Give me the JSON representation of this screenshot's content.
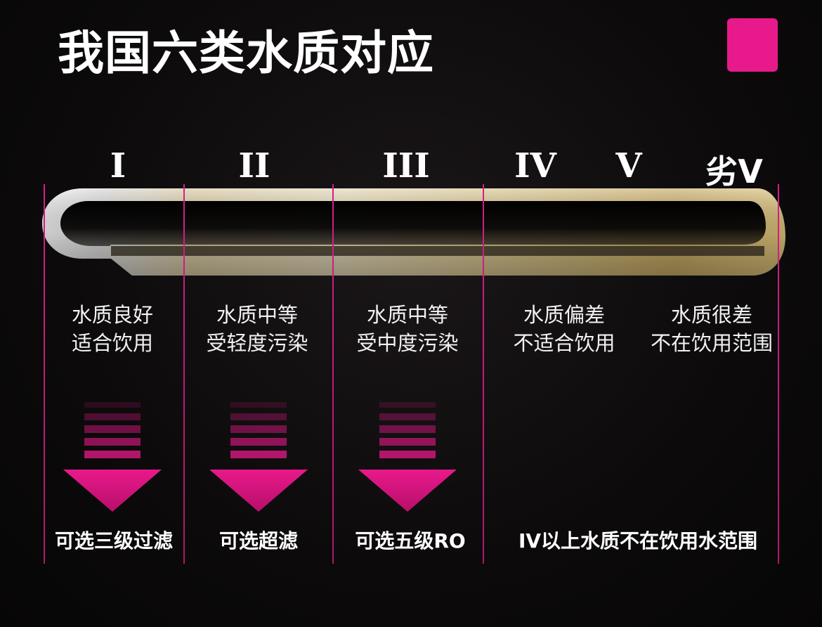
{
  "title": "我国六类水质对应",
  "colors": {
    "accent": "#e8198b",
    "background": "#0b0a0a",
    "bar_gold": "#c9b27a",
    "bar_silver": "#e8e8e8"
  },
  "grades": [
    "I",
    "II",
    "III",
    "IV",
    "V",
    "劣V"
  ],
  "descriptions": [
    {
      "line1": "水质良好",
      "line2": "适合饮用"
    },
    {
      "line1": "水质中等",
      "line2": "受轻度污染"
    },
    {
      "line1": "水质中等",
      "line2": "受中度污染"
    },
    {
      "line1": "水质偏差",
      "line2": "不适合饮用"
    },
    {
      "line1": "水质很差",
      "line2": "不在饮用范围"
    }
  ],
  "recommendations": [
    "可选三级过滤",
    "可选超滤",
    "可选五级RO",
    "IV以上水质不在饮用水范围"
  ],
  "icons": [
    "down-arrow-icon",
    "down-arrow-icon",
    "down-arrow-icon"
  ]
}
